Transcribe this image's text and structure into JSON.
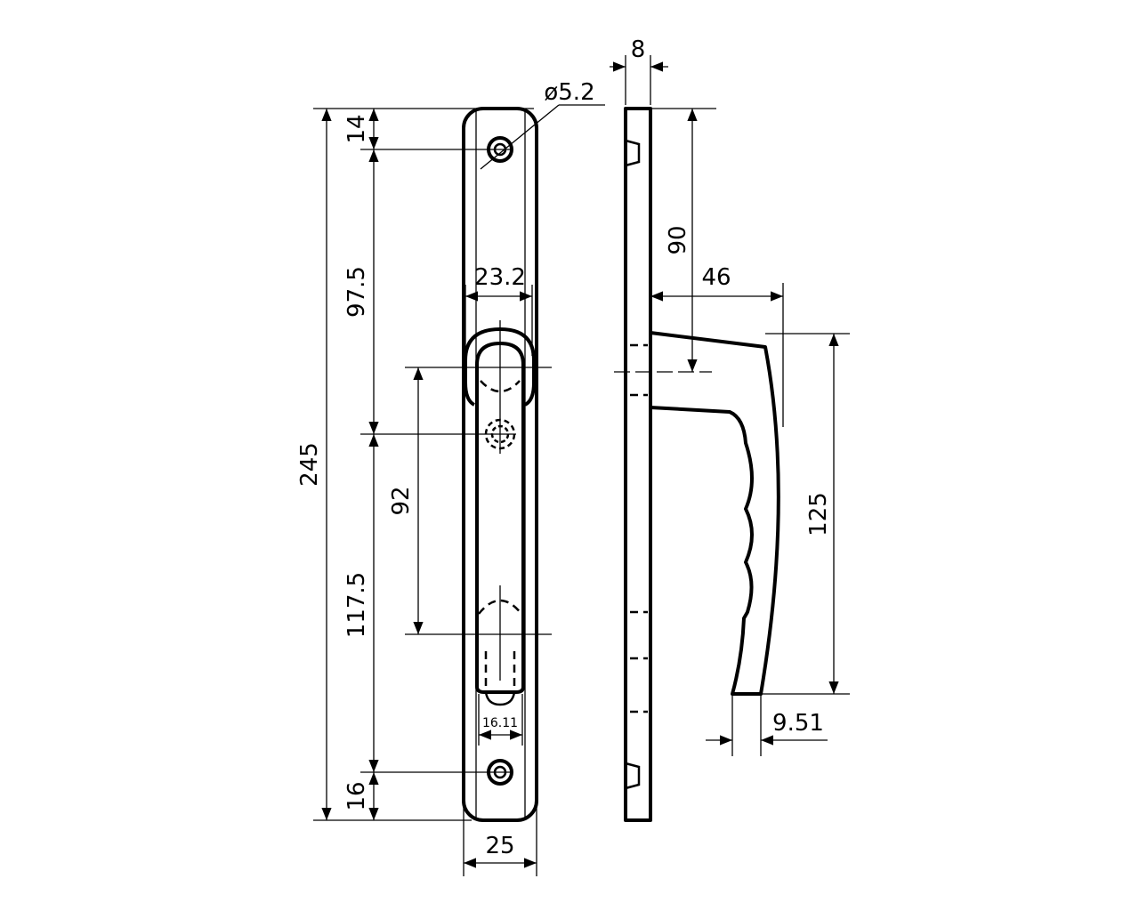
{
  "drawing": {
    "title": "Window handle dimension drawing",
    "dimensions": {
      "overall_height": "245",
      "top_hole_offset": "14",
      "hole_to_spindle": "97.5",
      "spindle_to_bottom_hole": "117.5",
      "bottom_hole_offset": "16",
      "handle_span": "92",
      "rose_width": "23.2",
      "plate_width": "25",
      "lever_tip_width": "16.11",
      "hole_diameter": "ø5.2",
      "plate_thickness": "8",
      "top_to_spindle_side": "90",
      "projection": "46",
      "lever_length": "125",
      "lever_end_width": "9.51"
    }
  }
}
